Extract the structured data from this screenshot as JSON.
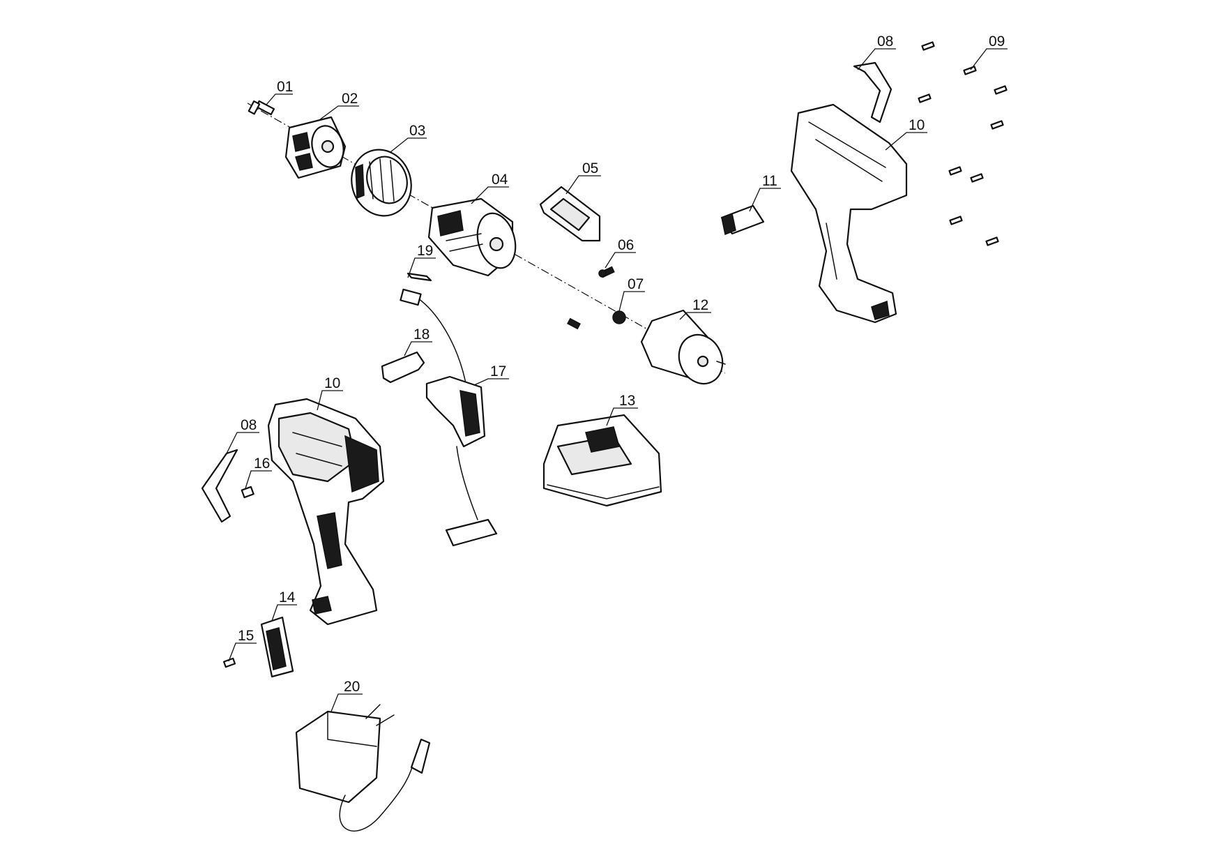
{
  "colors": {
    "background": "#ffffff",
    "line": "#111111",
    "fill_dark": "#1a1a1a",
    "fill_light": "#e9e9e9"
  },
  "labels": {
    "p01": "01",
    "p02": "02",
    "p03": "03",
    "p04": "04",
    "p05": "05",
    "p06": "06",
    "p07": "07",
    "p08a": "08",
    "p08b": "08",
    "p09": "09",
    "p10a": "10",
    "p10b": "10",
    "p11": "11",
    "p12": "12",
    "p13": "13",
    "p14": "14",
    "p15": "15",
    "p16": "16",
    "p17": "17",
    "p18": "18",
    "p19": "19",
    "p20": "20"
  }
}
